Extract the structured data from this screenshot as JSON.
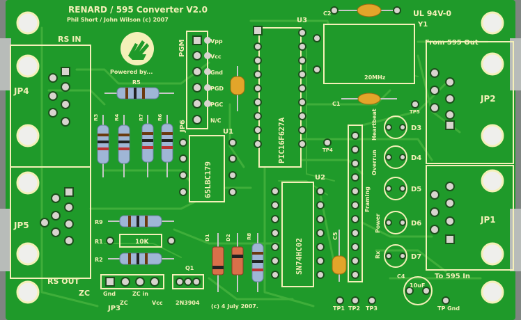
{
  "board": {
    "title": "RENARD / 595 Converter   V2.0",
    "authors": "Phil Short / John Wilson (c) 2007",
    "powered_by": "Powered by...",
    "ul_mark": "UL 94V-0",
    "date_mark": "(c) 4 July 2007.",
    "colors": {
      "board": "#1f9a2a",
      "silkscreen": "#f4f0b8",
      "trace": "#3fae3a",
      "pad": "#d9d4cf",
      "frame": "#7f8581"
    }
  },
  "connectors": {
    "rs_in": "RS IN",
    "rs_out": "RS OUT",
    "from_595_out": "From 595 Out",
    "to_595_in": "To 595 In",
    "jp1": "JP1",
    "jp2": "JP2",
    "jp3": "JP3",
    "jp4": "JP4",
    "jp5": "JP5",
    "jp6": "JP6",
    "pgm": "PGM",
    "zc": "ZC",
    "zc_gnd": "Gnd",
    "zc_zc": "ZC",
    "zc_in": "ZC in",
    "zc_vcc": "Vcc",
    "pgm_pins": [
      "Vpp",
      "Vcc",
      "Gnd",
      "PGD",
      "PGC",
      "N/C"
    ]
  },
  "chips": {
    "u1_ref": "U1",
    "u1": "65LBC179",
    "u2_ref": "U2",
    "u2": "SN74HC02",
    "u3_ref": "U3",
    "u3": "PIC16F627A"
  },
  "crystal": {
    "ref": "Y1",
    "freq": "20MHz"
  },
  "components": {
    "c1": "C1",
    "c2": "C2",
    "c4": "C4",
    "c4_value": "10uF",
    "c5": "C5",
    "r1": "R1",
    "r1_value": "10K",
    "r2": "R2",
    "r3": "R3",
    "r4": "R4",
    "r5": "R5",
    "r6": "R6",
    "r7": "R7",
    "r8": "R8",
    "r9": "R9",
    "d1": "D1",
    "d2": "D2",
    "q1": "Q1",
    "q1_part": "2N3904"
  },
  "leds": {
    "d3": "D3",
    "d4": "D4",
    "d5": "D5",
    "d6": "D6",
    "d7": "D7",
    "labels": [
      "Heartbeat",
      "Overrun",
      "Framing",
      "Power",
      "Rx"
    ]
  },
  "test_points": {
    "tp1": "TP1",
    "tp2": "TP2",
    "tp3": "TP3",
    "tp4": "TP4",
    "tp5": "TP5",
    "tp_gnd": "TP Gnd"
  }
}
